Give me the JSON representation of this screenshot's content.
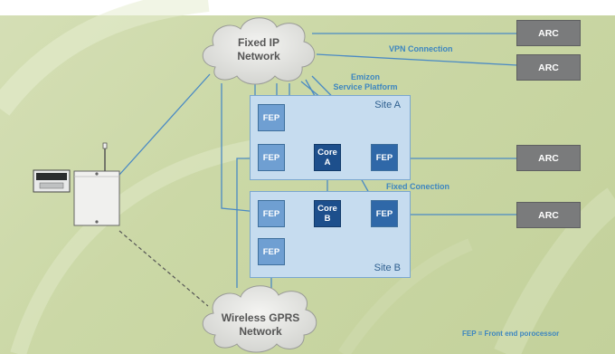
{
  "clouds": {
    "fixed_ip": {
      "line1": "Fixed IP",
      "line2": "Network"
    },
    "wireless": {
      "line1": "Wireless GPRS",
      "line2": "Network"
    }
  },
  "labels": {
    "vpn": "VPN Connection",
    "platform_line1": "Emizon",
    "platform_line2": "Service Platform",
    "fixed": "Fixed Conection",
    "footnote": "FEP = Front end porocessor"
  },
  "sites": {
    "a": "Site A",
    "b": "Site B"
  },
  "fep_label": "FEP",
  "cores": {
    "a": {
      "line1": "Core",
      "line2": "A"
    },
    "b": {
      "line1": "Core",
      "line2": "B"
    }
  },
  "arcs": [
    "ARC",
    "ARC",
    "ARC",
    "ARC"
  ],
  "colors": {
    "line": "#4a8ac4",
    "site_fill": "#c6dcef",
    "fep": "#6f9fd2",
    "fep_dark": "#2f68a8",
    "core": "#1d4f8c",
    "arc": "#7a7b7c",
    "label_text": "#3d86c0"
  }
}
